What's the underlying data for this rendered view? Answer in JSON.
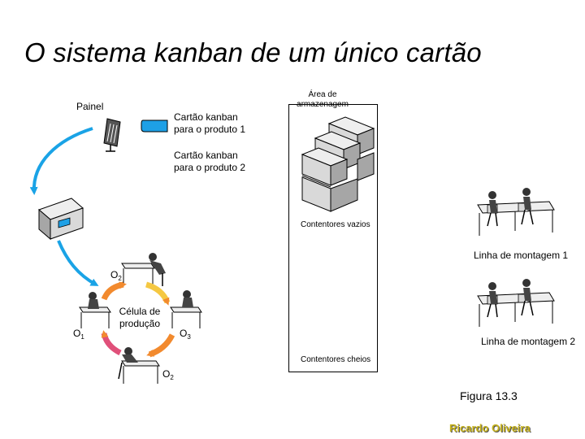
{
  "title": "O sistema kanban de um único cartão",
  "labels": {
    "painel": "Painel",
    "area_line1": "Área de",
    "area_line2": "armazenagem",
    "card1_line1": "Cartão kanban",
    "card1_line2": "para o produto 1",
    "card2_line1": "Cartão kanban",
    "card2_line2": "para o produto 2",
    "contentores_vazios": "Contentores vazios",
    "contentores_cheios": "Contentores cheios",
    "linha1": "Linha de montagem 1",
    "linha2": "Linha de montagem 2",
    "celula_line1": "Célula de",
    "celula_line2": "produção",
    "o_letter": "O",
    "sub1": "1",
    "sub2": "2",
    "sub3": "3",
    "figura": "Figura 13.3",
    "author": "Ricardo Oliveira"
  },
  "colors": {
    "arrow_blue": "#1aa3e6",
    "card_blue": "#1ea0e6",
    "box_face": "#d9d9d9",
    "box_side": "#a6a6a6",
    "box_top": "#eeeeee",
    "cycle_orange": "#f28a2e",
    "cycle_yellow": "#f5c842",
    "cycle_pink": "#e0507a",
    "author": "#c6b21a"
  }
}
